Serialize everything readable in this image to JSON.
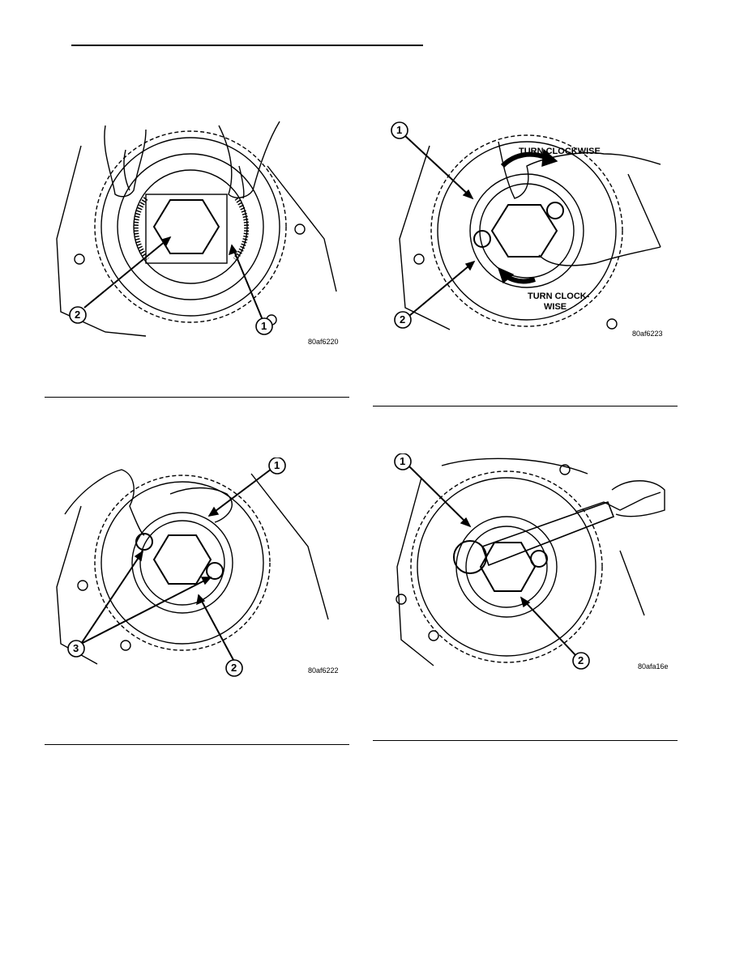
{
  "figures": [
    {
      "id": "80af6220",
      "callouts": [
        "1",
        "2"
      ],
      "code": "80af6220"
    },
    {
      "id": "80af6223",
      "callouts": [
        "1",
        "2"
      ],
      "code": "80af6223",
      "labels": {
        "upper": "TURN CLOCKWISE",
        "lower_line1": "TURN CLOCK-",
        "lower_line2": "WISE"
      }
    },
    {
      "id": "80af6222",
      "callouts": [
        "1",
        "3",
        "2"
      ],
      "code": "80af6222"
    },
    {
      "id": "80afa16e",
      "callouts": [
        "1",
        "2"
      ],
      "code": "80afa16e"
    }
  ]
}
